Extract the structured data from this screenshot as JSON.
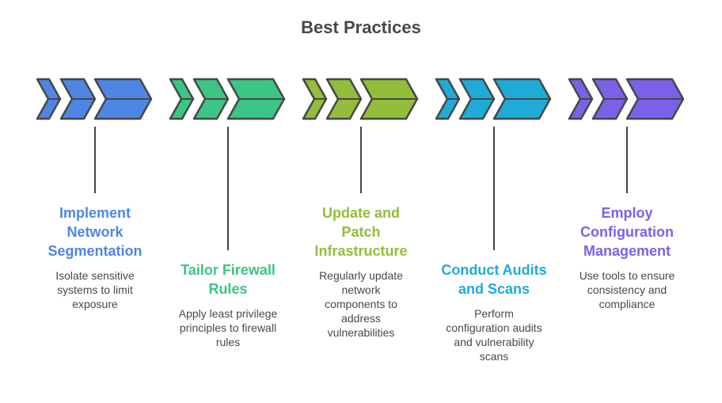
{
  "title": "Best Practices",
  "steps": [
    {
      "heading": "Implement Network Segmentation",
      "heading_lines": [
        "Implement",
        "Network",
        "Segmentation"
      ],
      "description_lines": [
        "Isolate sensitive",
        "systems to limit",
        "exposure"
      ],
      "color": "#4e86e4",
      "icon": "chevron-arrows-icon"
    },
    {
      "heading": "Tailor Firewall Rules",
      "heading_lines": [
        "Tailor Firewall",
        "Rules"
      ],
      "description_lines": [
        "Apply least privilege",
        "principles to firewall",
        "rules"
      ],
      "color": "#3cc585",
      "icon": "chevron-arrows-icon"
    },
    {
      "heading": "Update and Patch Infrastructure",
      "heading_lines": [
        "Update and",
        "Patch",
        "Infrastructure"
      ],
      "description_lines": [
        "Regularly update",
        "network",
        "components to",
        "address",
        "vulnerabilities"
      ],
      "color": "#93bd3a",
      "icon": "chevron-arrows-icon"
    },
    {
      "heading": "Conduct Audits and Scans",
      "heading_lines": [
        "Conduct Audits",
        "and Scans"
      ],
      "description_lines": [
        "Perform",
        "configuration audits",
        "and vulnerability",
        "scans"
      ],
      "color": "#1fabd8",
      "icon": "chevron-arrows-icon"
    },
    {
      "heading": "Employ Configuration Management",
      "heading_lines": [
        "Employ",
        "Configuration",
        "Management"
      ],
      "description_lines": [
        "Use tools to ensure",
        "consistency and",
        "compliance"
      ],
      "color": "#7b61e8",
      "icon": "chevron-arrows-icon"
    }
  ],
  "stroke_color": "#474747",
  "text_color": "#484848"
}
